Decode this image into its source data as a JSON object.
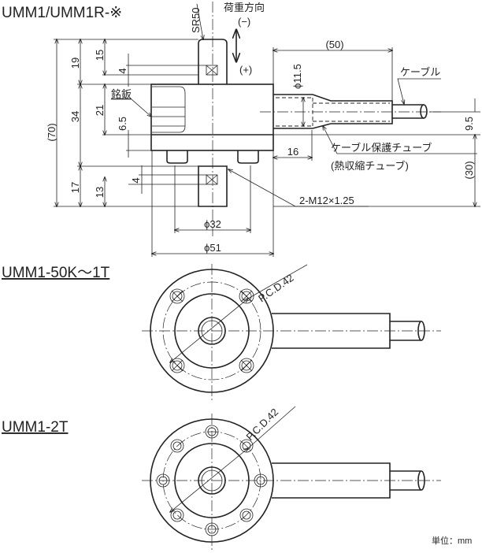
{
  "titles": {
    "side_view": "UMM1/UMM1R-※",
    "top_view_1": "UMM1-50K～1T",
    "top_view_2": "UMM1-2T"
  },
  "labels": {
    "load_direction": "荷重方向",
    "minus": "(−)",
    "plus": "(+)",
    "sr": "SR50",
    "nameplate": "銘鈑",
    "cable": "ケーブル",
    "cable_tube": "ケーブル保護チューブ",
    "heat_shrink": "(熱収縮チューブ)",
    "thread": "2-M12×1.25",
    "pcd": "P.C.D.42",
    "unit": "単位：mm"
  },
  "dims": {
    "d70": "(70)",
    "d19": "19",
    "d34": "34",
    "d17": "17",
    "d15": "15",
    "d4a": "4",
    "d21": "21",
    "d65": "6.5",
    "d4b": "4",
    "d13": "13",
    "d32": "ϕ32",
    "d51": "ϕ51",
    "d50": "(50)",
    "d115": "ϕ11.5",
    "d16": "16",
    "d95": "9.5",
    "d30": "(30)"
  }
}
